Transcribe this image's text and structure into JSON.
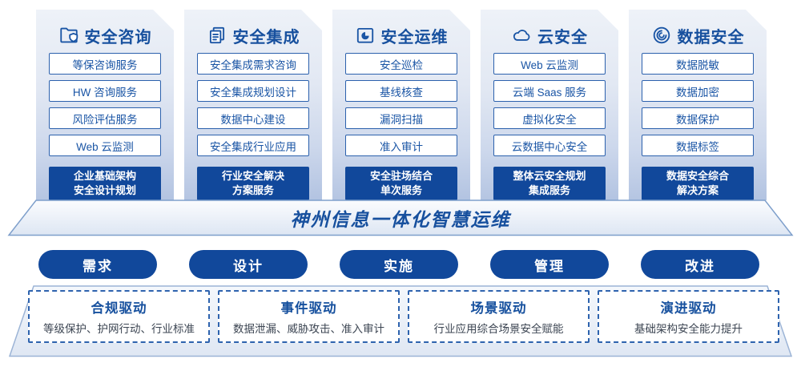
{
  "colors": {
    "accent_blue": "#11489B",
    "line_blue": "#2C61AD",
    "text_blue": "#17509E",
    "desc_gray": "#3D4653",
    "panel_gradient_bottom": "#B2C3E1"
  },
  "columns": [
    {
      "icon": "folder-shield-icon",
      "title": "安全咨询",
      "items": [
        "等保咨询服务",
        "HW 咨询服务",
        "风险评估服务",
        "Web 云监测"
      ],
      "footer": "企业基础架构\n安全设计规划"
    },
    {
      "icon": "documents-icon",
      "title": "安全集成",
      "items": [
        "安全集成需求咨询",
        "安全集成规划设计",
        "数据中心建设",
        "安全集成行业应用"
      ],
      "footer": "行业安全解决\n方案服务"
    },
    {
      "icon": "folder-chart-icon",
      "title": "安全运维",
      "items": [
        "安全巡检",
        "基线核查",
        "漏洞扫描",
        "准入审计"
      ],
      "footer": "安全驻场结合\n单次服务"
    },
    {
      "icon": "cloud-icon",
      "title": "云安全",
      "items": [
        "Web 云监测",
        "云端 Saas 服务",
        "虚拟化安全",
        "云数据中心安全"
      ],
      "footer": "整体云安全规划\n集成服务"
    },
    {
      "icon": "fingerprint-icon",
      "title": "数据安全",
      "items": [
        "数据脱敏",
        "数据加密",
        "数据保护",
        "数据标签"
      ],
      "footer": "数据安全综合\n解决方案"
    }
  ],
  "banner": {
    "title": "神州信息一体化智慧运维"
  },
  "process_pills": [
    "需求",
    "设计",
    "实施",
    "管理",
    "改进"
  ],
  "drivers": [
    {
      "title": "合规驱动",
      "description": "等级保护、护网行动、行业标准"
    },
    {
      "title": "事件驱动",
      "description": "数据泄漏、威胁攻击、准入审计"
    },
    {
      "title": "场景驱动",
      "description": "行业应用综合场景安全赋能"
    },
    {
      "title": "演进驱动",
      "description": "基础架构安全能力提升"
    }
  ]
}
